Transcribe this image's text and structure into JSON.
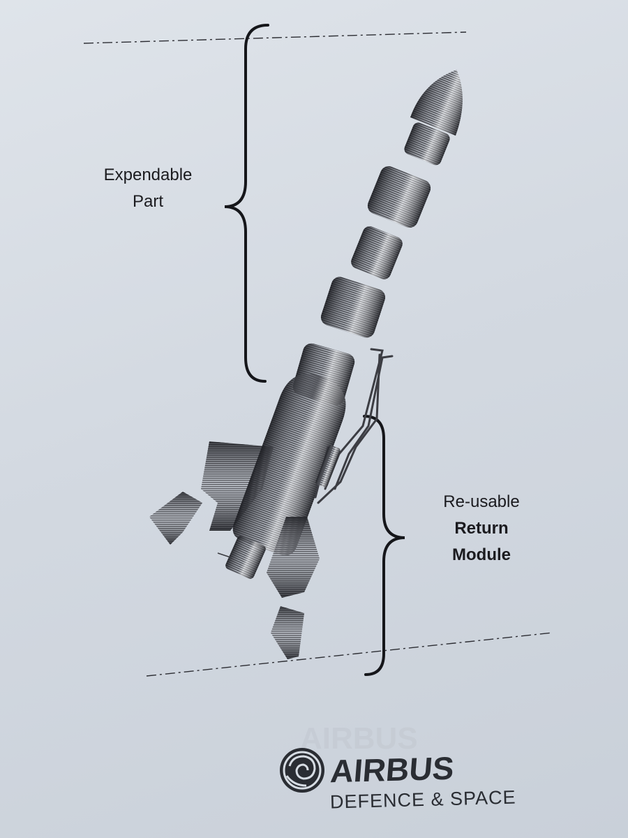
{
  "labels": {
    "expendable_line1": "Expendable",
    "expendable_line2": "Part",
    "reusable_line1": "Re-usable",
    "reusable_line2": "Return",
    "reusable_line3": "Module"
  },
  "logo": {
    "wordmark": "AIRBUS",
    "subtitle": "DEFENCE & SPACE"
  },
  "colors": {
    "paper": "#d6dce3",
    "ink": "#1b1b1f",
    "rocket_dark": "#3a3b40",
    "rocket_light": "#e6e8ec"
  }
}
